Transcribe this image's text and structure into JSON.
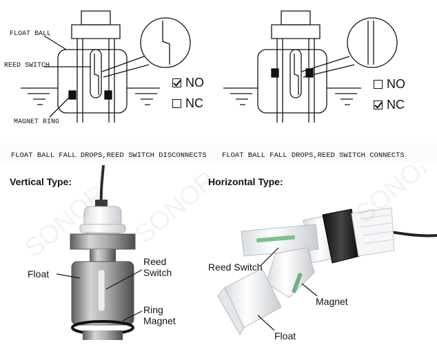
{
  "diagrams": {
    "left": {
      "labels": {
        "float_ball": "FLOAT BALL",
        "reed_switch": "REED SWITCH",
        "magnet_ring": "MAGNET RING"
      },
      "states": [
        {
          "label": "NO",
          "checked": true
        },
        {
          "label": "NC",
          "checked": false
        }
      ],
      "caption": "FLOAT BALL FALL DROPS,REED SWITCH DISCONNECTS"
    },
    "right": {
      "states": [
        {
          "label": "NO",
          "checked": false
        },
        {
          "label": "NC",
          "checked": true
        }
      ],
      "caption": "FLOAT BALL FALL DROPS,REED SWITCH CONNECTS"
    }
  },
  "photos": {
    "vertical": {
      "heading": "Vertical Type:",
      "labels": {
        "float": "Float",
        "reed_switch_1": "Reed",
        "reed_switch_2": "Switch",
        "ring_magnet_1": "Ring",
        "ring_magnet_2": "Magnet"
      }
    },
    "horizontal": {
      "heading": "Horizontal Type:",
      "labels": {
        "reed_switch": "Reed Switch",
        "magnet": "Magnet",
        "float": "Float"
      }
    }
  },
  "watermark": "SONOR"
}
